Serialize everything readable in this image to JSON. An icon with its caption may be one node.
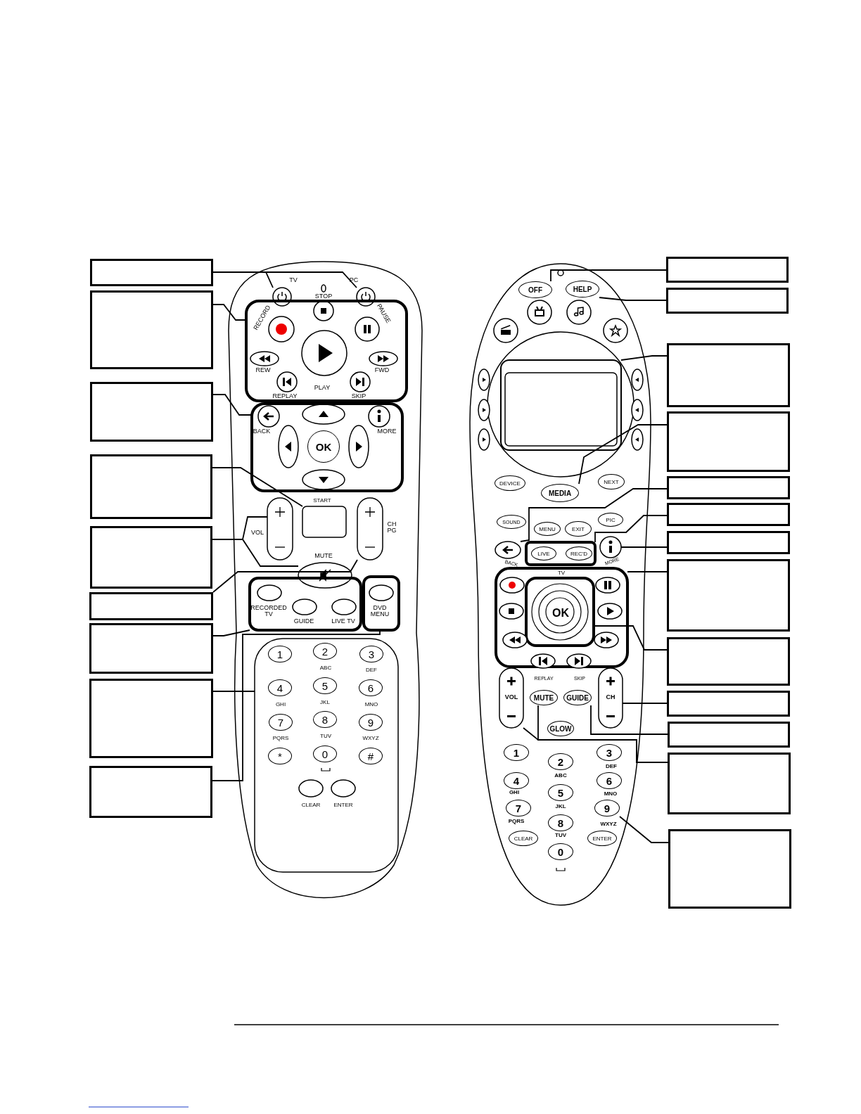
{
  "diagram": {
    "nodes": [
      {
        "text": [],
        "shape": "box"
      },
      {
        "text": [],
        "shape": "box"
      },
      {
        "text": [],
        "shape": "box"
      },
      {
        "text": [],
        "shape": "box"
      },
      {
        "text": [],
        "shape": "box"
      },
      {
        "text": [],
        "shape": "box"
      },
      {
        "text": [],
        "shape": "box"
      },
      {
        "text": [],
        "shape": "box"
      },
      {
        "text": [],
        "shape": "box"
      },
      {
        "text": [],
        "shape": "box"
      },
      {
        "text": [],
        "shape": "box"
      },
      {
        "text": [],
        "shape": "box"
      },
      {
        "text": [],
        "shape": "box"
      },
      {
        "text": [],
        "shape": "box"
      },
      {
        "text": [],
        "shape": "box"
      },
      {
        "text": [],
        "shape": "box"
      },
      {
        "text": [],
        "shape": "box"
      },
      {
        "text": [],
        "shape": "box"
      },
      {
        "text": [],
        "shape": "box"
      },
      {
        "text": [],
        "shape": "box"
      },
      {
        "text": [],
        "shape": "box"
      },
      {
        "text": [],
        "shape": "box"
      },
      {
        "text": [],
        "shape": "circle"
      },
      {
        "text": [],
        "shape": "circle"
      },
      {
        "text": [],
        "shape": "box"
      },
      {
        "text": [],
        "shape": "box"
      },
      {
        "text": [],
        "shape": "box"
      },
      {
        "text": [],
        "shape": "box"
      },
      {
        "text": [],
        "shape": "ellipse"
      },
      {
        "text": [],
        "shape": "box"
      },
      {
        "text": [],
        "shape": "box"
      },
      {
        "text": [],
        "shape": "box"
      },
      {
        "text": [],
        "shape": "box"
      },
      {
        "text": [
          "OFF"
        ]
      },
      {
        "text": [
          "HELP"
        ]
      },
      {
        "text": [],
        "shape": "box"
      },
      {
        "text": [
          "MEDIA"
        ]
      },
      {
        "text": [],
        "shape": "ellipse"
      },
      {
        "text": [],
        "shape": "box"
      },
      {
        "text": [],
        "shape": "circle"
      },
      {
        "text": [],
        "shape": "box"
      },
      {
        "text": [],
        "shape": "box",
        "in": 40
      },
      {
        "text": [],
        "shape": "box"
      },
      {
        "text": [
          "GUIDE"
        ]
      },
      {
        "text": [],
        "shape": "box"
      },
      {
        "text": [
          "MUTE"
        ]
      },
      {
        "text": [
          "9"
        ]
      },
      {
        "text": [],
        "shape": "circle"
      },
      {
        "text": [],
        "shape": "circle"
      },
      {
        "text": [],
        "shape": "circle"
      },
      {
        "text": [],
        "shape": "circle"
      },
      {
        "text": [],
        "shape": "ellipse",
        "in": 40
      },
      {
        "text": [],
        "shape": "ellipse",
        "in": 40
      },
      {
        "text": [],
        "shape": "ellipse",
        "in": 40
      },
      {
        "text": [],
        "shape": "ellipse",
        "in": 40
      },
      {
        "text": [],
        "shape": "ellipse",
        "in": 40
      },
      {
        "text": [],
        "shape": "ellipse",
        "in": 40
      },
      {
        "text": [],
        "shape": "ellipse",
        "in": 40
      },
      {
        "text": [],
        "shape": "ellipse",
        "in": 40
      },
      {
        "text": [
          "DEVICE"
        ]
      },
      {
        "text": [
          "NEXT"
        ]
      },
      {
        "text": [
          "SOUND"
        ]
      },
      {
        "text": [
          "MENU"
        ]
      },
      {
        "text": [
          "EXIT"
        ]
      },
      {
        "text": [
          "PIC"
        ]
      },
      {
        "text": [
          "LIVE"
        ],
        "in": 38
      },
      {
        "text": [
          "REC'D"
        ],
        "in": 38
      },
      {
        "text": [
          "GLOW"
        ]
      },
      {
        "text": [
          "1"
        ]
      },
      {
        "text": [
          "3"
        ]
      },
      {
        "text": [
          "2"
        ]
      },
      {
        "text": [
          "4"
        ]
      },
      {
        "text": [
          "6"
        ]
      },
      {
        "text": [
          "5"
        ]
      },
      {
        "text": [
          "7"
        ]
      },
      {
        "text": [
          "8"
        ]
      },
      {
        "text": [
          "CLEAR"
        ]
      },
      {
        "text": [
          "ENTER"
        ]
      },
      {
        "text": [
          "0"
        ]
      }
    ],
    "edges": [
      {
        "from": 0,
        "to": 22,
        "arrow": "none"
      },
      {
        "from": 0,
        "to": 23,
        "arrow": "none"
      },
      {
        "from": 1,
        "to": 24,
        "arrow": "none"
      },
      {
        "from": 2,
        "to": 25,
        "arrow": "none"
      },
      {
        "from": 3,
        "to": 26,
        "arrow": "none"
      },
      {
        "from": 4,
        "to": 27,
        "arrow": "none"
      },
      {
        "from": 4,
        "to": 28,
        "arrow": "none"
      },
      {
        "from": 5,
        "to": 29,
        "arrow": "none"
      },
      {
        "from": 6,
        "to": 30,
        "arrow": "none"
      },
      {
        "from": 7,
        "to": 31,
        "arrow": "none"
      },
      {
        "from": 8,
        "to": 32,
        "arrow": "none"
      },
      {
        "from": 9,
        "to": 33,
        "arrow": "none"
      },
      {
        "from": 10,
        "to": 34,
        "arrow": "none"
      },
      {
        "from": 11,
        "to": 35,
        "arrow": "none"
      },
      {
        "from": 12,
        "to": 36,
        "arrow": "none"
      },
      {
        "from": 13,
        "to": 37,
        "arrow": "none"
      },
      {
        "from": 14,
        "to": 38,
        "arrow": "none"
      },
      {
        "from": 15,
        "to": 39,
        "arrow": "none"
      },
      {
        "from": 16,
        "to": 40,
        "arrow": "none"
      },
      {
        "from": 17,
        "to": 41,
        "arrow": "none"
      },
      {
        "from": 18,
        "to": 42,
        "arrow": "none"
      },
      {
        "from": 19,
        "to": 43,
        "arrow": "none"
      },
      {
        "from": 20,
        "to": 44,
        "arrow": "none"
      },
      {
        "from": 20,
        "to": 45,
        "arrow": "none"
      },
      {
        "from": 21,
        "to": 46,
        "arrow": "none"
      }
    ],
    "labels": [
      "TV",
      "PC",
      "STOP",
      "RECORD",
      "PAUSE",
      "REW",
      "FWD",
      "PLAY",
      "REPLAY",
      "SKIP",
      "BACK",
      "MORE",
      "OK",
      "START",
      "VOL",
      "CH PG",
      "MUTE",
      "RECORDED TV",
      "GUIDE",
      "LIVE TV",
      "DVD MENU",
      "1",
      "2",
      "ABC",
      "3",
      "DEF",
      "4",
      "GHI",
      "5",
      "JKL",
      "6",
      "MNO",
      "7",
      "PQRS",
      "8",
      "TUV",
      "9",
      "WXYZ",
      "*",
      "0",
      "#",
      "CLEAR",
      "ENTER",
      "BACK",
      "MORE",
      "TV",
      "OK",
      "REPLAY",
      "SKIP",
      "VOL",
      "CH",
      "DEF",
      "ABC",
      "GHI",
      "MNO",
      "JKL",
      "PQRS",
      "WXYZ",
      "TUV"
    ]
  }
}
